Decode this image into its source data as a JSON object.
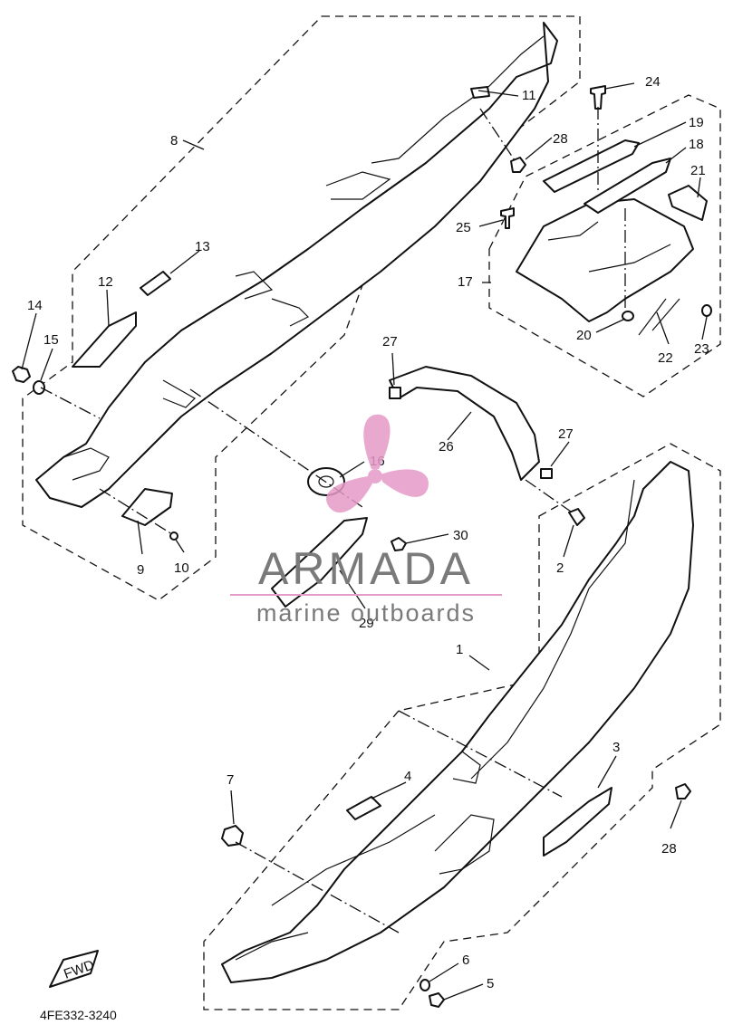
{
  "diagram": {
    "code": "4FE332-3240",
    "fwd_label": "FWD",
    "callouts": [
      "1",
      "2",
      "2",
      "3",
      "4",
      "5",
      "6",
      "7",
      "8",
      "9",
      "10",
      "11",
      "12",
      "13",
      "14",
      "15",
      "16",
      "17",
      "18",
      "19",
      "20",
      "21",
      "22",
      "23",
      "24",
      "25",
      "26",
      "27",
      "27",
      "28",
      "28",
      "28",
      "29",
      "30"
    ]
  },
  "watermark": {
    "brand": "ARMADA",
    "tagline": "marine outboards",
    "color": "#e59ac7"
  }
}
